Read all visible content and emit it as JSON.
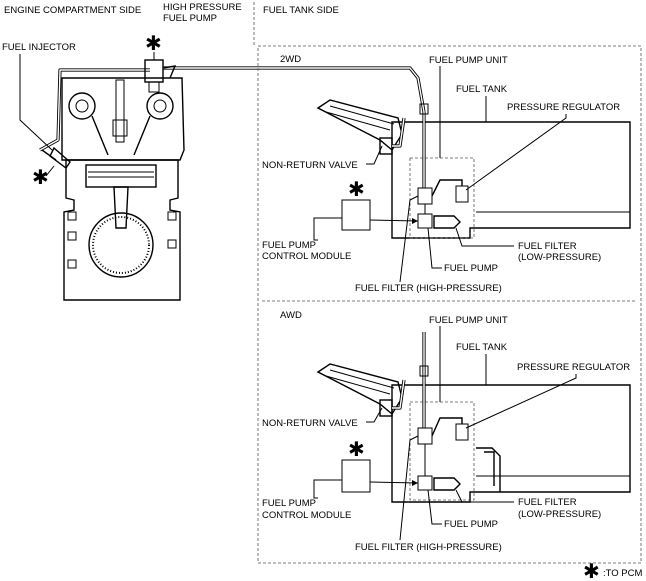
{
  "headers": {
    "engine_side": "ENGINE COMPARTMENT SIDE",
    "hp_pump_line1": "HIGH PRESSURE",
    "hp_pump_line2": "FUEL PUMP",
    "tank_side": "FUEL TANK SIDE"
  },
  "engine": {
    "fuel_injector": "FUEL INJECTOR"
  },
  "marker": "✱",
  "legend": {
    "text": ":TO PCM"
  },
  "sections": [
    {
      "title": "2WD",
      "fuel_pump_unit": "FUEL PUMP UNIT",
      "fuel_tank": "FUEL TANK",
      "pressure_regulator": "PRESSURE REGULATOR",
      "non_return_valve": "NON-RETURN VALVE",
      "control_module_line1": "FUEL PUMP",
      "control_module_line2": "CONTROL MODULE",
      "fuel_filter_low_line1": "FUEL FILTER",
      "fuel_filter_low_line2": "(LOW-PRESSURE)",
      "fuel_pump": "FUEL PUMP",
      "fuel_filter_high": "FUEL FILTER (HIGH-PRESSURE)"
    },
    {
      "title": "AWD",
      "fuel_pump_unit": "FUEL PUMP UNIT",
      "fuel_tank": "FUEL TANK",
      "pressure_regulator": "PRESSURE REGULATOR",
      "non_return_valve": "NON-RETURN VALVE",
      "control_module_line1": "FUEL PUMP",
      "control_module_line2": "CONTROL MODULE",
      "fuel_filter_low_line1": "FUEL FILTER",
      "fuel_filter_low_line2": "(LOW-PRESSURE)",
      "fuel_pump": "FUEL PUMP",
      "fuel_filter_high": "FUEL FILTER (HIGH-PRESSURE)"
    }
  ]
}
